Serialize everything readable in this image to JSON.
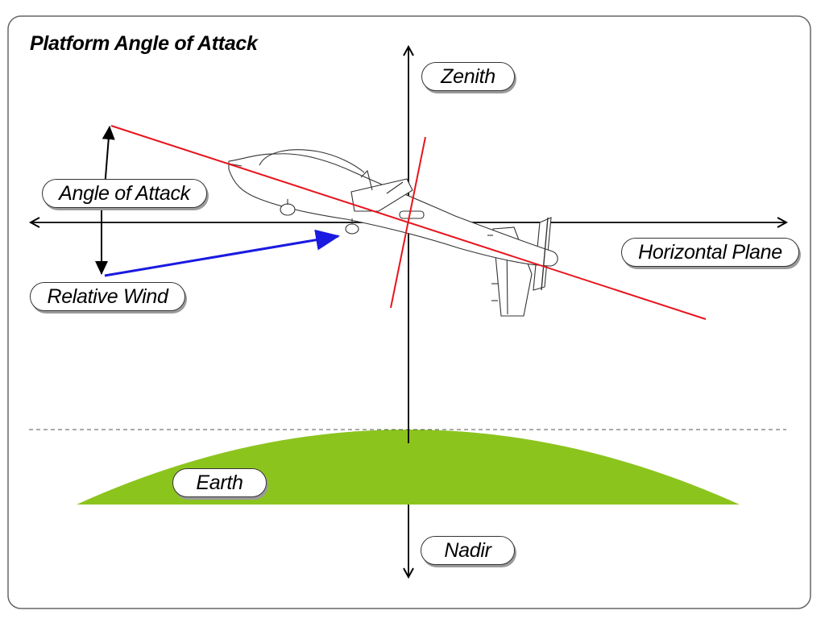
{
  "title": "Platform Angle of Attack",
  "labels": {
    "zenith": "Zenith",
    "angle_of_attack": "Angle of Attack",
    "horizontal_plane": "Horizontal Plane",
    "relative_wind": "Relative Wind",
    "earth": "Earth",
    "nadir": "Nadir"
  },
  "colors": {
    "chord_line": "#e8141c",
    "relative_wind": "#1a1ae0",
    "earth": "#8cc41e",
    "axes": "#000000",
    "frame": "#666666"
  },
  "icons": {
    "aircraft": "uav-drone-icon"
  }
}
